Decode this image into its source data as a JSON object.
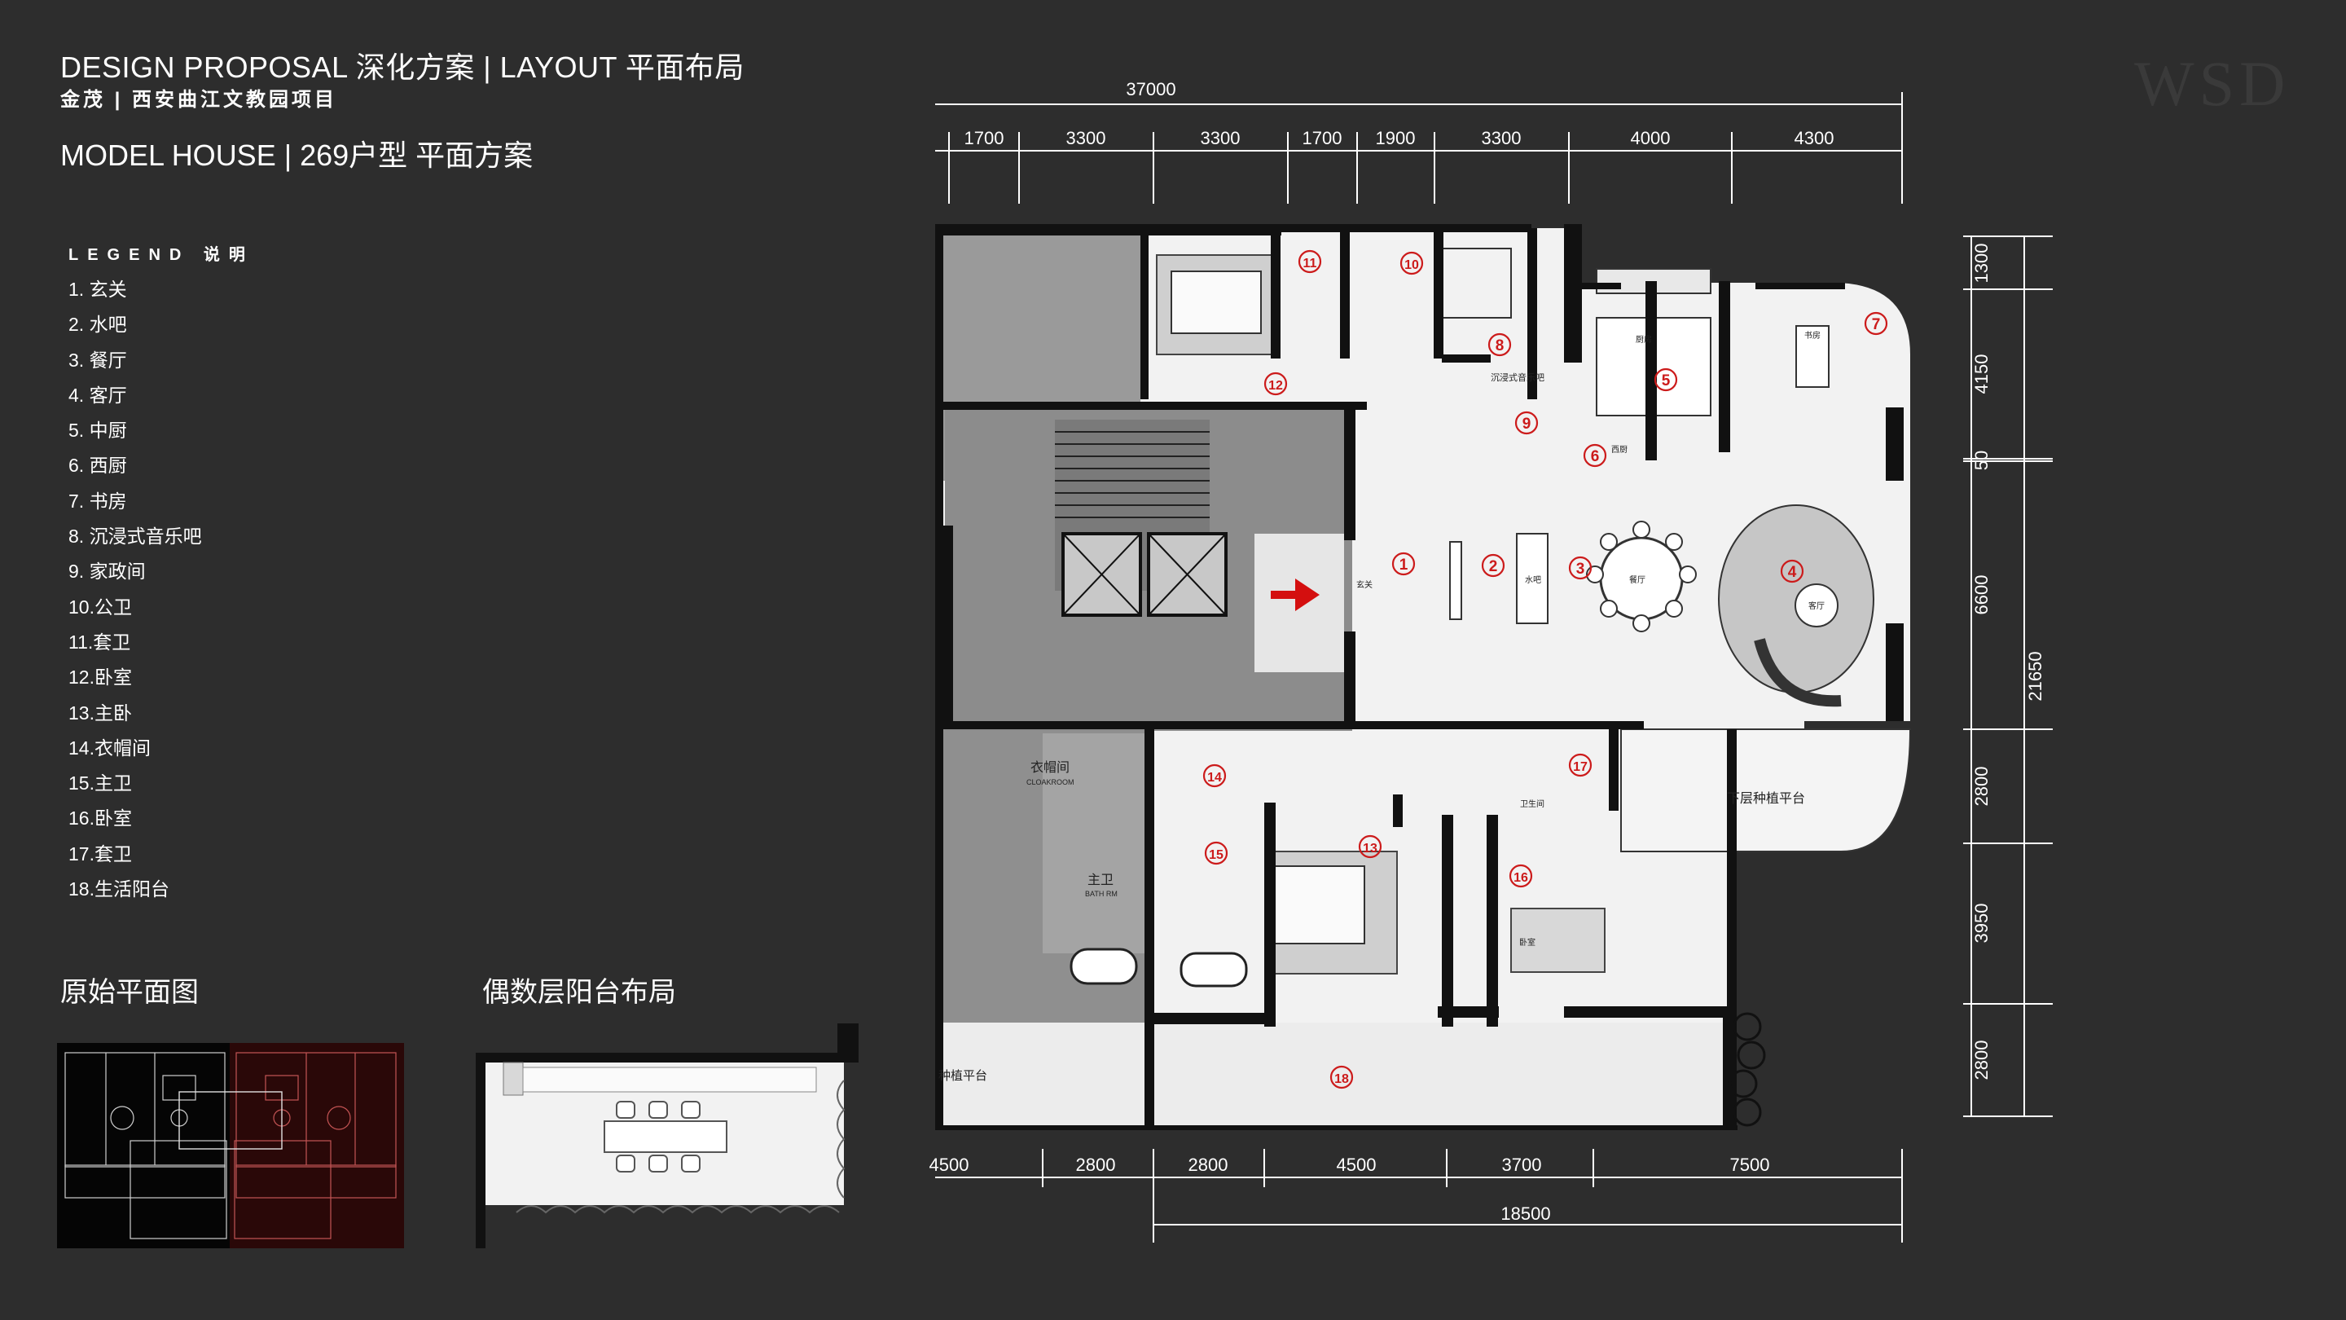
{
  "header": {
    "title": "DESIGN PROPOSAL 深化方案 | LAYOUT 平面布局",
    "project": "金茂 | 西安曲江文教园项目",
    "model_title": "MODEL HOUSE | 269户型 平面方案"
  },
  "watermark": "WSD",
  "legend": {
    "heading": "LEGEND 说明",
    "items": [
      "1. 玄关",
      "2. 水吧",
      "3. 餐厅",
      "4. 客厅",
      "5. 中厨",
      "6. 西厨",
      "7. 书房",
      "8. 沉浸式音乐吧",
      "9. 家政间",
      "10.公卫",
      "11.套卫",
      "12.卧室",
      "13.主卧",
      "14.衣帽间",
      "15.主卫",
      "16.卧室",
      "17.套卫",
      "18.生活阳台"
    ]
  },
  "thumbnails": {
    "original_title": "原始平面图",
    "even_floor_title": "偶数层阳台布局"
  },
  "dimensions": {
    "top_total": "37000",
    "top": [
      "1700",
      "3300",
      "3300",
      "1700",
      "1900",
      "3300",
      "4000",
      "4300"
    ],
    "right": [
      "1300",
      "4150",
      "50",
      "6600",
      "2800",
      "3950",
      "2800"
    ],
    "right_total": "21650",
    "bottom": [
      "4500",
      "2800",
      "2800",
      "4500",
      "3700",
      "7500"
    ],
    "bottom_total": "18500"
  },
  "room_markers": [
    "1",
    "2",
    "3",
    "4",
    "5",
    "6",
    "7",
    "8",
    "9",
    "10",
    "11",
    "12",
    "13",
    "14",
    "15",
    "16",
    "17",
    "18"
  ],
  "plan_labels": {
    "cloakroom": "衣帽间",
    "cloakroom_en": "CLOAKROOM",
    "master_bath": "主卫",
    "master_bath_en": "BATH RM",
    "lower_planting": "下层种植平台",
    "planting_left": "种植平台",
    "music_bar": "沉浸式音乐吧",
    "dining": "餐厅",
    "living": "客厅",
    "study": "书房",
    "entry": "玄关",
    "water_bar": "水吧",
    "kitchen": "厨房",
    "bath": "卫生间",
    "bedroom": "卧室",
    "western_kitchen": "西厨"
  },
  "colors": {
    "background": "#2d2d2d",
    "plan_floor": "#f2f2f2",
    "wall": "#111111",
    "core": "#8e8e8e",
    "marker": "#cc1b1b",
    "arrow": "#d40f0f"
  }
}
